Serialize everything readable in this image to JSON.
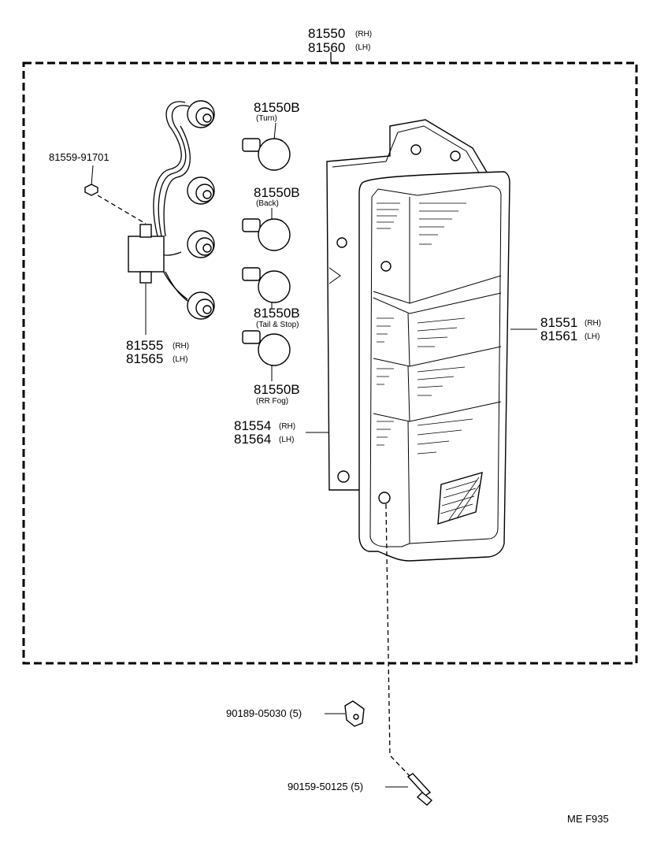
{
  "assembly": {
    "part_rh": "81550",
    "side_rh": "(RH)",
    "part_lh": "81560",
    "side_lh": "(LH)"
  },
  "screw_top": {
    "part": "81559-91701"
  },
  "bulb_turn": {
    "part": "81550B",
    "note": "(Turn)"
  },
  "bulb_back": {
    "part": "81550B",
    "note": "(Back)"
  },
  "bulb_tail": {
    "part": "81550B",
    "note": "(Tail & Stop)"
  },
  "bulb_fog": {
    "part": "81550B",
    "note": "(RR Fog)"
  },
  "socket": {
    "part_rh": "81555",
    "side_rh": "(RH)",
    "part_lh": "81565",
    "side_lh": "(LH)"
  },
  "lens": {
    "part_rh": "81551",
    "side_rh": "(RH)",
    "part_lh": "81561",
    "side_lh": "(LH)"
  },
  "housing": {
    "part_rh": "81554",
    "side_rh": "(RH)",
    "part_lh": "81564",
    "side_lh": "(LH)"
  },
  "nut": {
    "label": "90189-05030 (5)"
  },
  "screw_bottom": {
    "label": "90159-50125 (5)"
  },
  "footer": {
    "code": "ME  F935"
  }
}
